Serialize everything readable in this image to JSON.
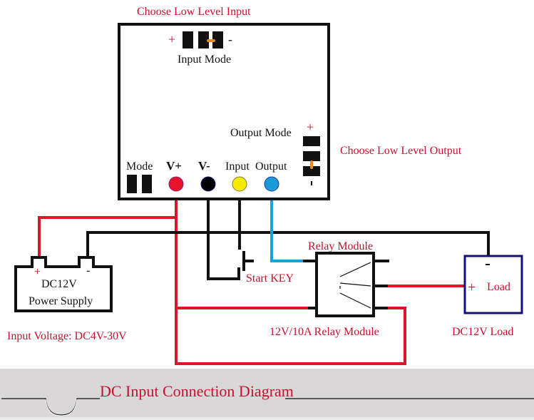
{
  "title": "DC Input Connection Diagram",
  "colors": {
    "label_red": "#c8102e",
    "wire_red": "#e0142a",
    "wire_black": "#111111",
    "wire_blue": "#1ea0d8",
    "jumper_orange": "#f08a1c",
    "terminal_red": "#e8132b",
    "terminal_black": "#000000",
    "terminal_yellow": "#f5ea00",
    "terminal_blue": "#1b9ad6",
    "load_border": "#12127a",
    "banner_bg": "#d9d7d8"
  },
  "module": {
    "input_mode_header": "Choose Low Level Input",
    "input_mode_label": "Input Mode",
    "input_mode_plus": "+",
    "input_mode_minus": "-",
    "output_mode_label": "Output Mode",
    "output_mode_plus": "+",
    "output_mode_minus": "-",
    "output_mode_note": "Choose Low Level Output",
    "mode_label": "Mode",
    "terminals": [
      {
        "id": "vplus",
        "label": "V+"
      },
      {
        "id": "vminus",
        "label": "V-"
      },
      {
        "id": "input",
        "label": "Input"
      },
      {
        "id": "output",
        "label": "Output"
      }
    ]
  },
  "power_supply": {
    "line1": "DC12V",
    "line2": "Power Supply",
    "plus": "+",
    "minus": "-",
    "note": "Input Voltage: DC4V-30V"
  },
  "start_key": {
    "label": "Start KEY"
  },
  "relay": {
    "top_label": "Relay Module",
    "bottom_label": "12V/10A Relay Module"
  },
  "load": {
    "label": "Load",
    "plus": "+",
    "minus": "-",
    "caption": "DC12V Load"
  },
  "banner": {
    "title": "DC Input Connection Diagram"
  }
}
